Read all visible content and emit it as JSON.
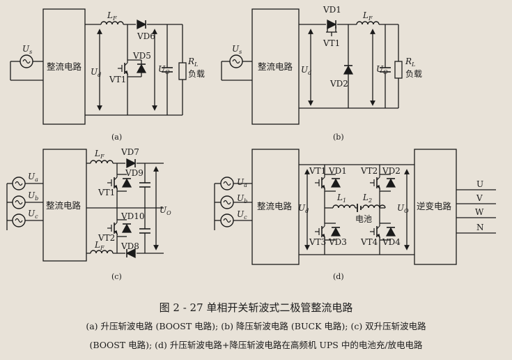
{
  "panels": {
    "a": {
      "label": "(a)",
      "source": "U",
      "source_sub": "s",
      "block": "整流电路",
      "inductor": "L",
      "inductor_sub": "F",
      "diode": "VD6",
      "switch": "VT1",
      "switch_diode": "VD5",
      "vd": "U",
      "vd_sub": "d",
      "vo": "U",
      "vo_sub": "O",
      "load": "R",
      "load_sub": "L",
      "load_name": "负载"
    },
    "b": {
      "label": "(b)",
      "source": "U",
      "source_sub": "s",
      "block": "整流电路",
      "diode_top": "VD1",
      "switch": "VT1",
      "inductor": "L",
      "inductor_sub": "F",
      "diode": "VD2",
      "vd": "U",
      "vd_sub": "d",
      "vo": "U",
      "vo_sub": "O",
      "load": "R",
      "load_sub": "L",
      "load_name": "负载"
    },
    "c": {
      "label": "(c)",
      "sources": [
        "a",
        "b",
        "c"
      ],
      "source": "U",
      "block": "整流电路",
      "inductor": "L",
      "inductor_sub": "F",
      "vd7": "VD7",
      "vd9": "VD9",
      "vt1": "VT1",
      "vd10": "VD10",
      "vt2": "VT2",
      "vd8": "VD8",
      "vo": "U",
      "vo_sub": "O"
    },
    "d": {
      "label": "(d)",
      "sources": [
        "a",
        "b",
        "c"
      ],
      "source": "U",
      "block": "整流电路",
      "vt1": "VT1",
      "vd1": "VD1",
      "vt2": "VT2",
      "vd2": "VD2",
      "vt3": "VT3",
      "vd3": "VD3",
      "vt4": "VT4",
      "vd4": "VD4",
      "l1": "L",
      "l1_sub": "1",
      "l2": "L",
      "l2_sub": "2",
      "battery": "电池",
      "vd": "U",
      "vd_sub": "d",
      "vo": "U",
      "vo_sub": "O",
      "inverter": "逆变电路",
      "outputs": [
        "U",
        "V",
        "W",
        "N"
      ]
    }
  },
  "caption": {
    "title": "图 2 - 27   单相开关斩波式二极管整流电路",
    "line1": "(a) 升压斩波电路 (BOOST 电路); (b) 降压斩波电路 (BUCK 电路); (c) 双升压斩波电路",
    "line2": "(BOOST 电路); (d) 升压斩波电路+降压斩波电路在高频机 UPS 中的电池充/放电电路"
  }
}
